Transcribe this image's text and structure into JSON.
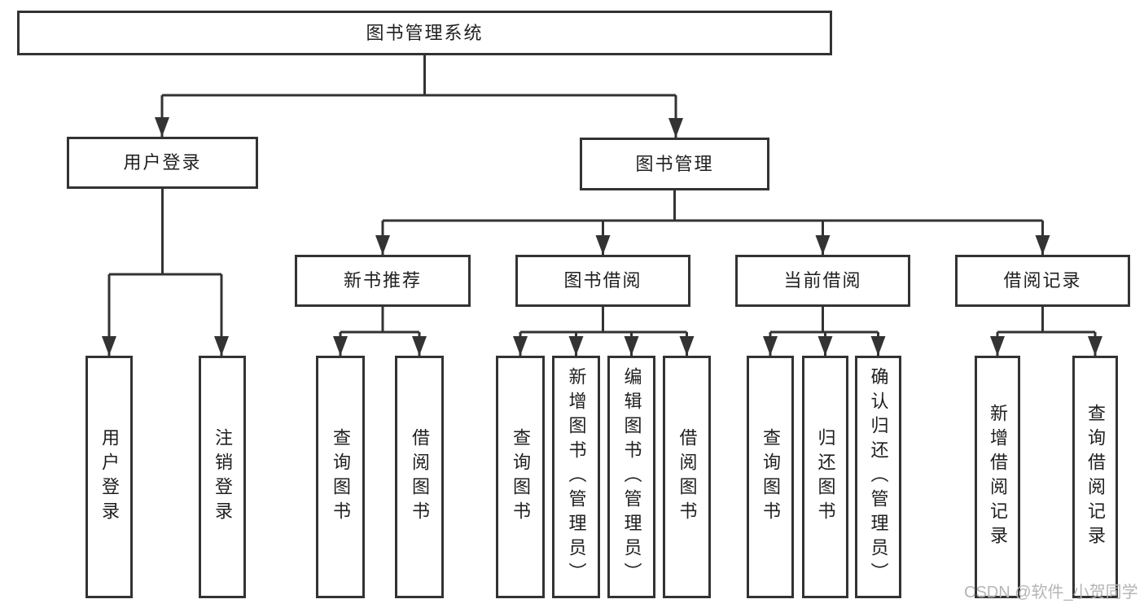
{
  "diagram": {
    "root": {
      "label": "图书管理系统"
    },
    "level1": [
      {
        "label": "用户登录"
      },
      {
        "label": "图书管理"
      }
    ],
    "level2": [
      {
        "label": "新书推荐"
      },
      {
        "label": "图书借阅"
      },
      {
        "label": "当前借阅"
      },
      {
        "label": "借阅记录"
      }
    ],
    "leaves": {
      "user_login_children": [
        {
          "label": "用户登录"
        },
        {
          "label": "注销登录"
        }
      ],
      "new_book_children": [
        {
          "label": "查询图书"
        },
        {
          "label": "借阅图书"
        }
      ],
      "book_borrow_children": [
        {
          "label": "查询图书"
        },
        {
          "label": "新增图书（管理员）"
        },
        {
          "label": "编辑图书（管理员）"
        },
        {
          "label": "借阅图书"
        }
      ],
      "current_borrow_children": [
        {
          "label": "查询图书"
        },
        {
          "label": "归还图书"
        },
        {
          "label": "确认归还（管理员）"
        }
      ],
      "borrow_record_children": [
        {
          "label": "新增借阅记录"
        },
        {
          "label": "查询借阅记录"
        }
      ]
    },
    "watermark": "CSDN @软件_小贺同学"
  },
  "colors": {
    "line": "#333333",
    "box_border": "#333333",
    "text": "#1f1f1f",
    "watermark": "#b5b5b5",
    "background": "#ffffff"
  }
}
